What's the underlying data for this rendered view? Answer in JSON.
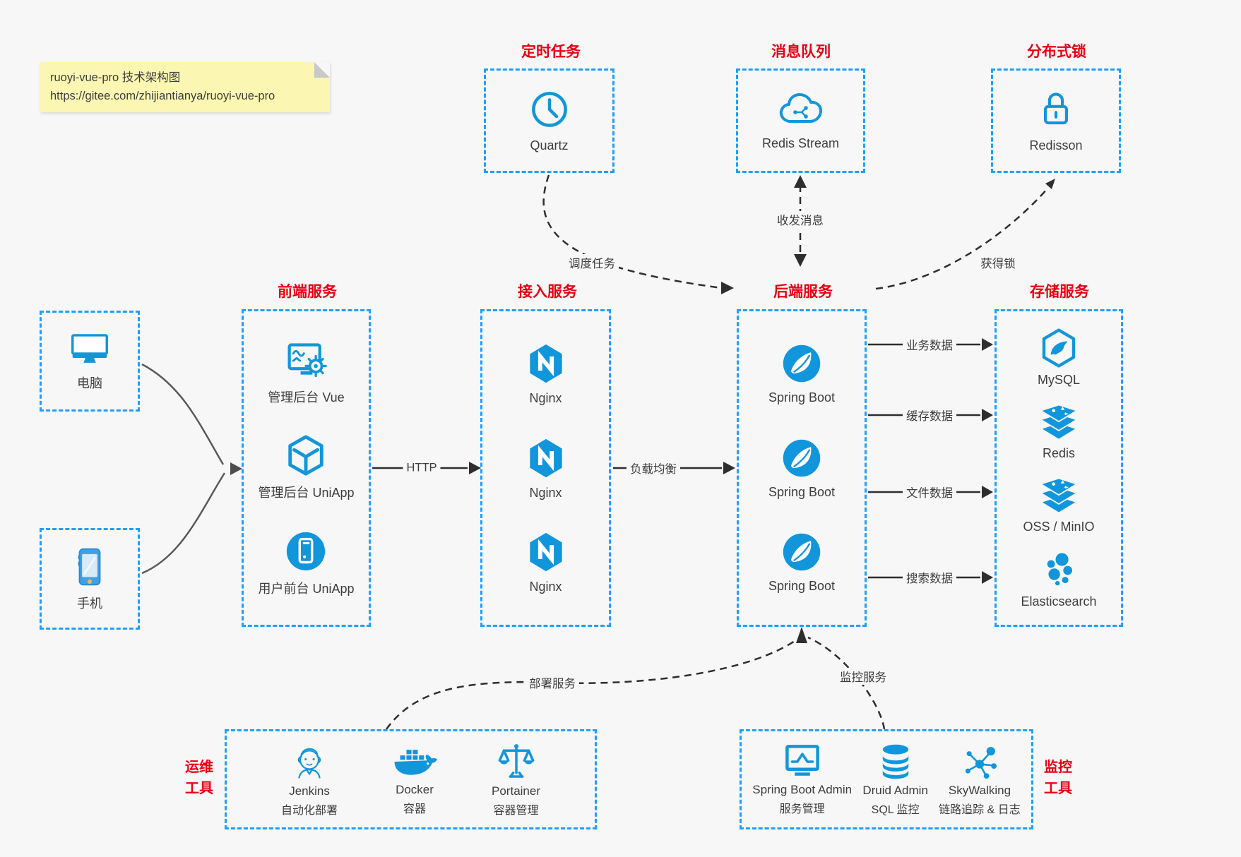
{
  "note": {
    "line1": "ruoyi-vue-pro 技术架构图",
    "line2": "https://gitee.com/zhijiantianya/ruoyi-vue-pro"
  },
  "top": {
    "scheduler": {
      "title": "定时任务",
      "item": "Quartz"
    },
    "queue": {
      "title": "消息队列",
      "item": "Redis Stream"
    },
    "lock": {
      "title": "分布式锁",
      "item": "Redisson"
    }
  },
  "clients": {
    "computer": "电脑",
    "phone": "手机"
  },
  "frontend": {
    "title": "前端服务",
    "items": [
      "管理后台 Vue",
      "管理后台 UniApp",
      "用户前台 UniApp"
    ]
  },
  "gateway": {
    "title": "接入服务",
    "items": [
      "Nginx",
      "Nginx",
      "Nginx"
    ]
  },
  "backend": {
    "title": "后端服务",
    "items": [
      "Spring Boot",
      "Spring Boot",
      "Spring Boot"
    ]
  },
  "storage": {
    "title": "存储服务",
    "items": [
      "MySQL",
      "Redis",
      "OSS / MinIO",
      "Elasticsearch"
    ]
  },
  "ops": {
    "title_line1": "运维",
    "title_line2": "工具",
    "items": [
      {
        "name": "Jenkins",
        "desc": "自动化部署"
      },
      {
        "name": "Docker",
        "desc": "容器"
      },
      {
        "name": "Portainer",
        "desc": "容器管理"
      }
    ]
  },
  "monitoring": {
    "title_line1": "监控",
    "title_line2": "工具",
    "items": [
      {
        "name": "Spring Boot Admin",
        "desc": "服务管理"
      },
      {
        "name": "Druid Admin",
        "desc": "SQL 监控"
      },
      {
        "name": "SkyWalking",
        "desc": "链路追踪 & 日志"
      }
    ]
  },
  "edges": {
    "http": "HTTP",
    "load_balance": "负载均衡",
    "schedule_task": "调度任务",
    "send_receive_message": "收发消息",
    "acquire_lock": "获得锁",
    "business_data": "业务数据",
    "cache_data": "缓存数据",
    "file_data": "文件数据",
    "search_data": "搜索数据",
    "deploy_service": "部署服务",
    "monitor_service": "监控服务"
  },
  "icons": [
    "clock-icon",
    "cloud-stream-icon",
    "lock-icon",
    "computer-icon",
    "phone-icon",
    "admin-vue-icon",
    "uniapp-cube-icon",
    "user-app-icon",
    "nginx-icon",
    "spring-boot-icon",
    "mysql-icon",
    "redis-stack-icon",
    "oss-stack-icon",
    "elasticsearch-icon",
    "jenkins-icon",
    "docker-icon",
    "portainer-icon",
    "spring-boot-admin-icon",
    "druid-icon",
    "skywalking-icon"
  ],
  "colors": {
    "icon_blue": "#1296db",
    "border_blue": "#1e9fff",
    "title_red": "#e60012",
    "line_dark": "#2e2e2e",
    "line_gray": "#595959",
    "background": "#f7f7f7",
    "note_background": "#fbf6b2"
  }
}
